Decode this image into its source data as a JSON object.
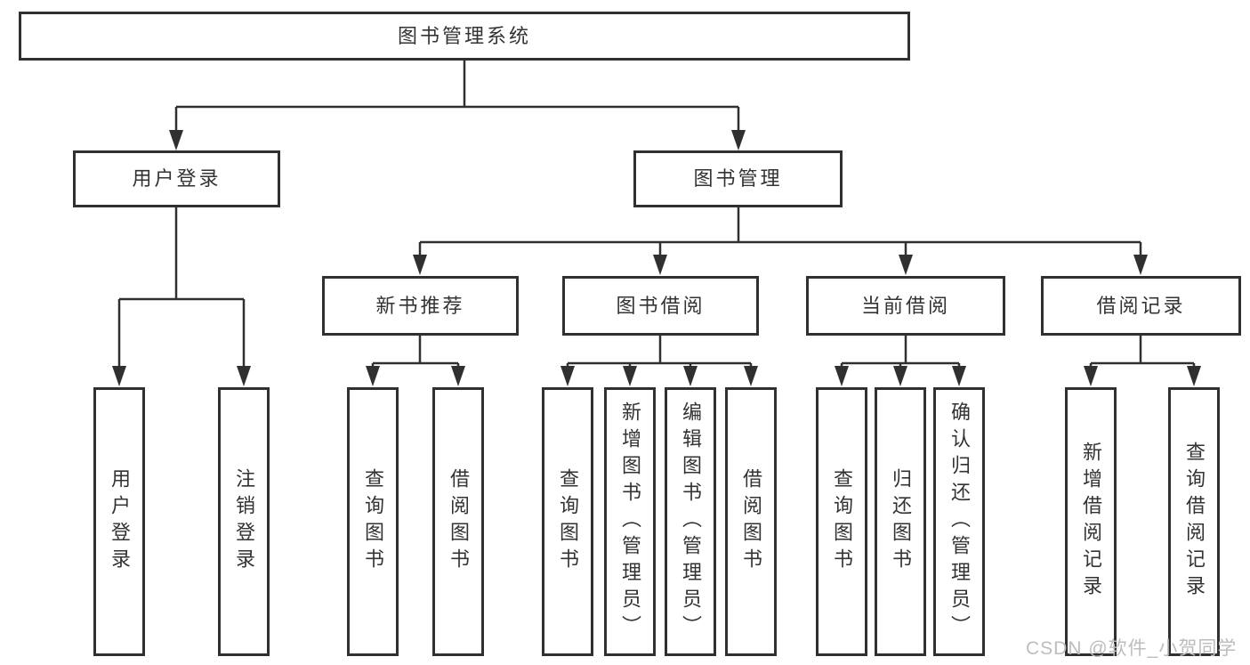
{
  "diagram_title": "图书管理系统",
  "tree": {
    "label": "图书管理系统",
    "children": [
      {
        "label": "用户登录",
        "children": [
          {
            "label": "用户登录"
          },
          {
            "label": "注销登录"
          }
        ]
      },
      {
        "label": "图书管理",
        "children": [
          {
            "label": "新书推荐",
            "children": [
              {
                "label": "查询图书"
              },
              {
                "label": "借阅图书"
              }
            ]
          },
          {
            "label": "图书借阅",
            "children": [
              {
                "label": "查询图书"
              },
              {
                "label": "新增图书（管理员）"
              },
              {
                "label": "编辑图书（管理员）"
              },
              {
                "label": "借阅图书"
              }
            ]
          },
          {
            "label": "当前借阅",
            "children": [
              {
                "label": "查询图书"
              },
              {
                "label": "归还图书"
              },
              {
                "label": "确认归还（管理员）"
              }
            ]
          },
          {
            "label": "借阅记录",
            "children": [
              {
                "label": "新增借阅记录"
              },
              {
                "label": "查询借阅记录"
              }
            ]
          }
        ]
      }
    ]
  },
  "watermark": {
    "text": "CSDN @软件_小贺同学"
  },
  "colors": {
    "line": "#303030",
    "box_border": "#303030",
    "text": "#333333",
    "background": "#ffffff",
    "watermark": "#bdbdbd"
  }
}
